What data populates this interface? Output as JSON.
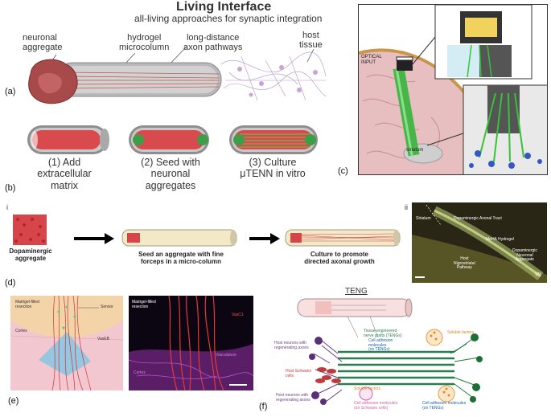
{
  "panel_a": {
    "letter": "(a)",
    "title": "Living Interface",
    "subtitle": "all-living approaches for synaptic integration",
    "labels": {
      "neuronal_aggregate_1": "neuronal",
      "neuronal_aggregate_2": "aggregate",
      "hydrogel_1": "hydrogel",
      "hydrogel_2": "microcolumn",
      "axon_1": "long-distance",
      "axon_2": "axon pathways",
      "host_1": "host",
      "host_2": "tissue"
    }
  },
  "panel_b": {
    "letter": "(b)",
    "steps": [
      "(1) Add extracellular matrix",
      "(2) Seed with neuronal aggregates",
      "(3) Culture μTENN in vitro"
    ]
  },
  "panel_c": {
    "letter": "(c)",
    "optical_input_1": "OPTICAL",
    "optical_input_2": "INPUT",
    "striatum": "striatum"
  },
  "panel_d": {
    "letter": "(d)",
    "sub_i": "i",
    "sub_ii": "ii",
    "dopaminergic_aggregate_1": "Dopaminergic",
    "dopaminergic_aggregate_2": "aggregate",
    "seed_1": "Seed an aggregate with fine",
    "seed_2": "forceps in a micro-column",
    "culture_1": "Culture to promote",
    "culture_2": "directed axonal growth",
    "micro_labels": {
      "striatum": "Striatum",
      "tract": "Dopaminergic Axonal Tract",
      "hydrogel": "MeHA Hydrogel",
      "aggregate_1": "Dopaminergic",
      "aggregate_2": "Neuronal",
      "aggregate_3": "Aggregate",
      "host_1": "Host",
      "host_2": "Nigrostriatal",
      "host_3": "Pathway",
      "sn": "SN"
    }
  },
  "panel_e": {
    "letter": "(e)",
    "schematic": {
      "matrigel_1": "Matrigel-filled",
      "matrigel_2": "resection",
      "sensor": "Sensor",
      "cortex": "Cortex",
      "vaseb": "VasEB"
    },
    "micrograph": {
      "matrigel_1": "Matrigel-filled",
      "matrigel_2": "resection",
      "vasc": "VasC1",
      "vasculature": "Vasculature",
      "cortex": "Cortex"
    }
  },
  "panel_f": {
    "letter": "(f)",
    "teng": "TENG",
    "labels": {
      "host_neurons_1": "Host neurons with",
      "host_neurons_2": "regenerating axons",
      "teng_1": "Tissue-engineered",
      "teng_2": "nerve grafts (TENGs)",
      "cam_1": "Cell adhesion",
      "cam_2": "molecules",
      "cam_3": "(on TENGs)",
      "soluble_top": "Soluble factors",
      "schwann_1": "Host Schwann",
      "schwann_2": "cells",
      "soluble_bottom": "Soluble factors",
      "host_neurons_b1": "Host neurons with",
      "host_neurons_b2": "regenerating axons",
      "cam_schwann_1": "Cell adhesion molecules",
      "cam_schwann_2": "(on Schwann cells)",
      "cam_teng_1": "Cell adhesion molecules",
      "cam_teng_2": "(on TENGs)"
    }
  }
}
